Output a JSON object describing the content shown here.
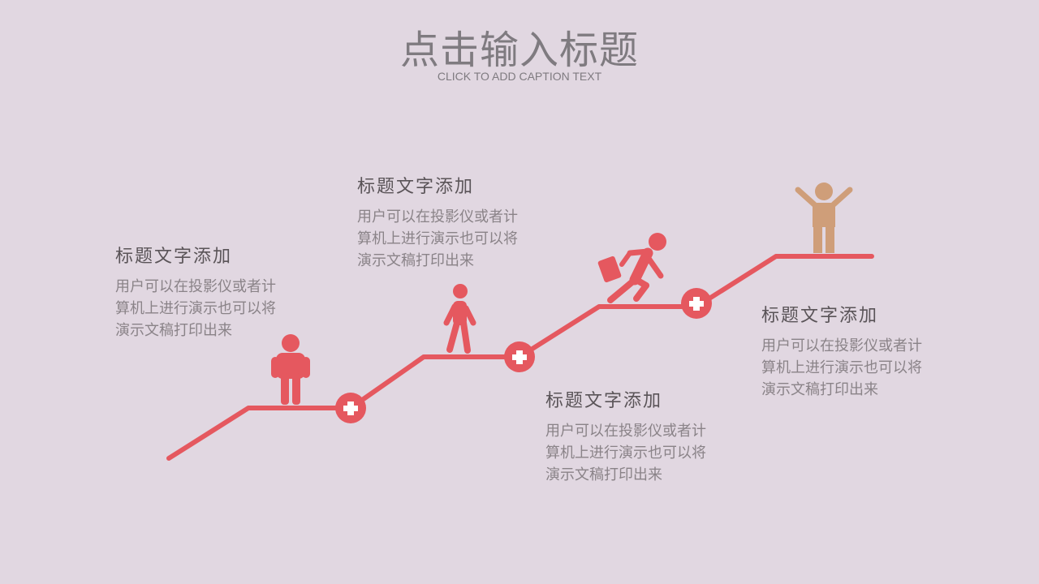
{
  "header": {
    "title": "点击输入标题",
    "caption": "CLICK TO ADD CAPTION TEXT"
  },
  "steps": [
    {
      "title": "标题文字添加",
      "body": "用户可以在投影仪或者计算机上进行演示也可以将演示文稿打印出来"
    },
    {
      "title": "标题文字添加",
      "body": "用户可以在投影仪或者计算机上进行演示也可以将演示文稿打印出来"
    },
    {
      "title": "标题文字添加",
      "body": "用户可以在投影仪或者计算机上进行演示也可以将演示文稿打印出来"
    },
    {
      "title": "标题文字添加",
      "body": "用户可以在投影仪或者计算机上进行演示也可以将演示文稿打印出来"
    }
  ],
  "colors": {
    "background": "#e1d7e1",
    "accent": "#e5585f",
    "goal": "#cf9e79"
  }
}
